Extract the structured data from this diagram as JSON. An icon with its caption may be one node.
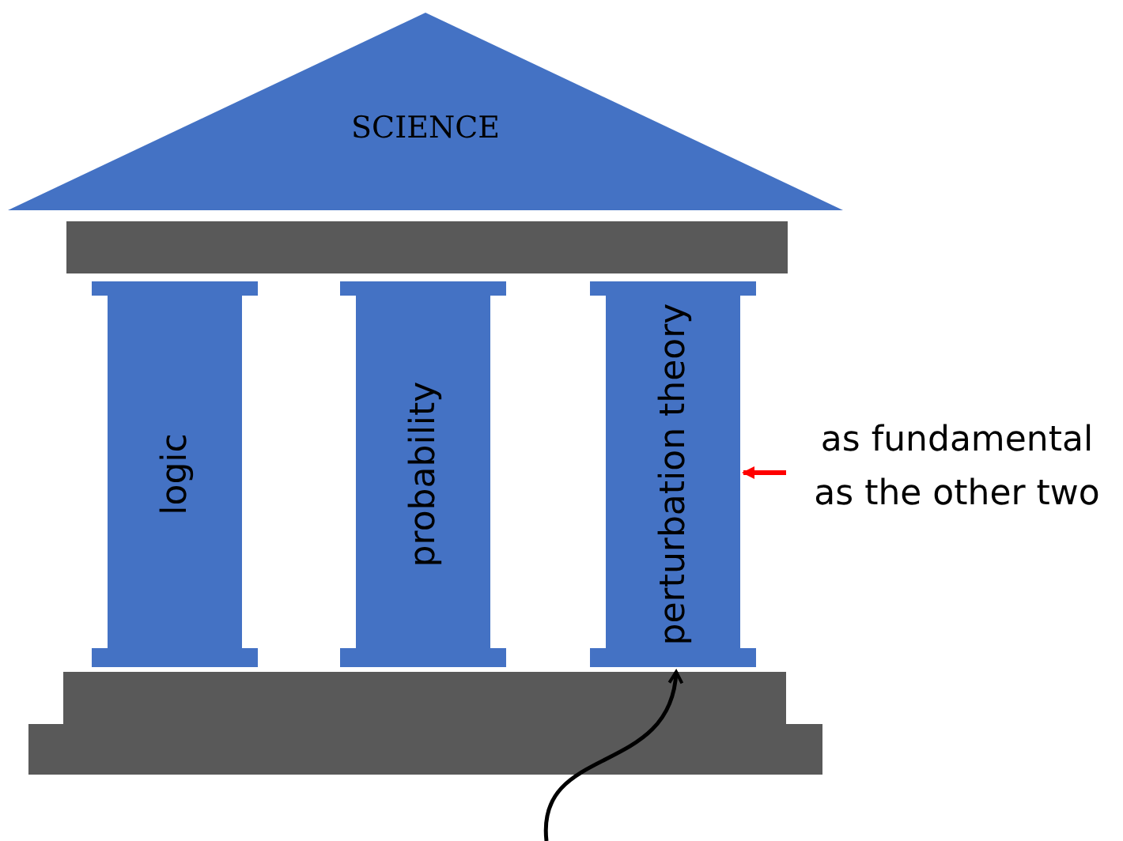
{
  "diagram": {
    "nodes": [
      {
        "text": [
          "SCIENCE"
        ]
      },
      {
        "text": [],
        "shape": "bar"
      },
      {
        "text": [
          "logic"
        ]
      },
      {
        "text": [
          "probability"
        ]
      },
      {
        "text": [
          "perturbation theory"
        ]
      },
      {
        "text": [],
        "shape": "box"
      },
      {
        "text": [
          "as fundamental as the other two"
        ]
      }
    ],
    "edges": [
      {
        "from": 6,
        "to": 4,
        "arrow": "to",
        "color": "#ff0000"
      },
      {
        "from": null,
        "to": 4,
        "arrow": "to",
        "color": "#000000"
      }
    ]
  }
}
